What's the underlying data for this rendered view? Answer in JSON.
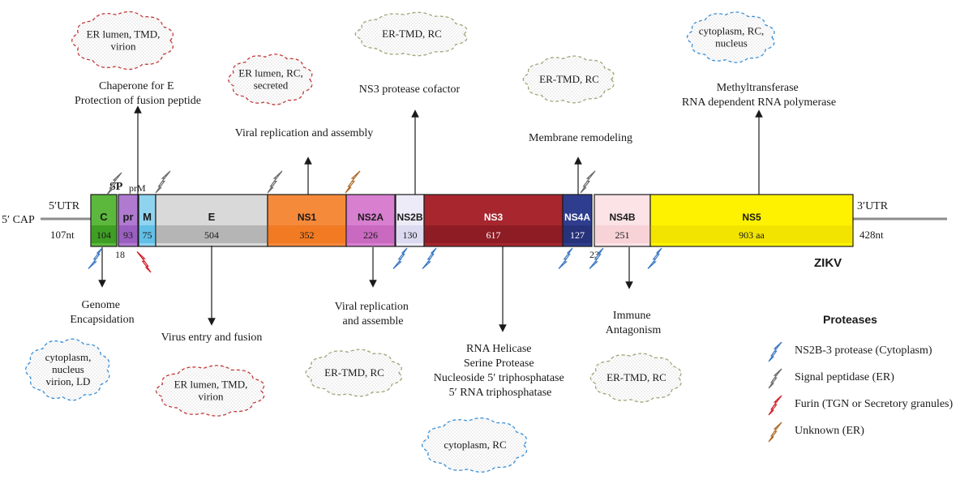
{
  "genome": {
    "virus_label": "ZIKV",
    "cap_label": "5′ CAP",
    "utr5": {
      "label": "5′UTR",
      "length": "107nt"
    },
    "utr3": {
      "label": "3′UTR",
      "length": "428nt"
    },
    "sp_label": "SP",
    "prm_label": "prM",
    "sp_length": "18",
    "ns4a_2k_length": "23"
  },
  "segments": [
    {
      "name": "C",
      "length": "104",
      "color": "#5cb83c",
      "bar_color": "#3f9e24"
    },
    {
      "name": "pr",
      "length": "93",
      "color": "#b07ad1",
      "bar_color": "#9a5fc0"
    },
    {
      "name": "M",
      "length": "75",
      "color": "#8fd3ef",
      "bar_color": "#62bfe6"
    },
    {
      "name": "E",
      "length": "504",
      "color": "#d9d9d9",
      "bar_color": "#b5b5b5"
    },
    {
      "name": "NS1",
      "length": "352",
      "color": "#f58a3b",
      "bar_color": "#f17a23"
    },
    {
      "name": "NS2A",
      "length": "226",
      "color": "#d87fd0",
      "bar_color": "#c969c0"
    },
    {
      "name": "NS2B",
      "length": "130",
      "color": "#ecebf7",
      "bar_color": "#dcdaf0"
    },
    {
      "name": "NS3",
      "length": "617",
      "color": "#a8262e",
      "bar_color": "#8e1c24"
    },
    {
      "name": "NS4A",
      "length": "127",
      "color": "#2f3d8f",
      "bar_color": "#26327a"
    },
    {
      "name": "NS4B",
      "length": "251",
      "color": "#fbe3e6",
      "bar_color": "#f7d2d7"
    },
    {
      "name": "NS5",
      "length": "903 aa",
      "color": "#fff200",
      "bar_color": "#f3e400"
    }
  ],
  "functions": {
    "c": [
      "Genome",
      "Encapsidation"
    ],
    "prm": [
      "Chaperone for E",
      "Protection of fusion peptide"
    ],
    "e": [
      "Virus entry and fusion"
    ],
    "ns1": [
      "Viral replication and assembly"
    ],
    "ns2a": [
      "Viral replication",
      "and assemble"
    ],
    "ns2b": [
      "NS3 protease cofactor"
    ],
    "ns3": [
      "RNA Helicase",
      "Serine Protease",
      "Nucleoside 5′ triphosphatase",
      "5′ RNA triphosphatase"
    ],
    "ns4a": [
      "Membrane remodeling"
    ],
    "ns4b": [
      "Immune",
      "Antagonism"
    ],
    "ns5": [
      "Methyltransferase",
      "RNA dependent RNA polymerase"
    ]
  },
  "localizations": {
    "c": [
      "cytoplasm,",
      "nucleus",
      "virion, LD"
    ],
    "prm": [
      "ER lumen, TMD,",
      "virion"
    ],
    "e": [
      "ER lumen, TMD,",
      "virion"
    ],
    "ns1": [
      "ER lumen, RC,",
      "secreted"
    ],
    "ns2a": [
      "ER-TMD, RC"
    ],
    "ns2b": [
      "ER-TMD, RC"
    ],
    "ns3": [
      "cytoplasm, RC"
    ],
    "ns4a": [
      "ER-TMD, RC"
    ],
    "ns4b": [
      "ER-TMD, RC"
    ],
    "ns5": [
      "cytoplasm, RC,",
      "nucleus"
    ]
  },
  "legend": {
    "title": "Proteases",
    "items": [
      {
        "label": "NS2B-3 protease (Cytoplasm)",
        "color": "#3a78c4",
        "icon": "blue-bolt-icon"
      },
      {
        "label": "Signal peptidase (ER)",
        "color": "#6b6b6b",
        "icon": "gray-bolt-icon"
      },
      {
        "label": "Furin (TGN or Secretory granules)",
        "color": "#d21f2a",
        "icon": "red-bolt-icon"
      },
      {
        "label": "Unknown (ER)",
        "color": "#b06a2a",
        "icon": "brown-bolt-icon"
      }
    ]
  },
  "cloud_colors": {
    "blue": "#3a8fd6",
    "red": "#c23a3a",
    "olive": "#a3a37a"
  }
}
